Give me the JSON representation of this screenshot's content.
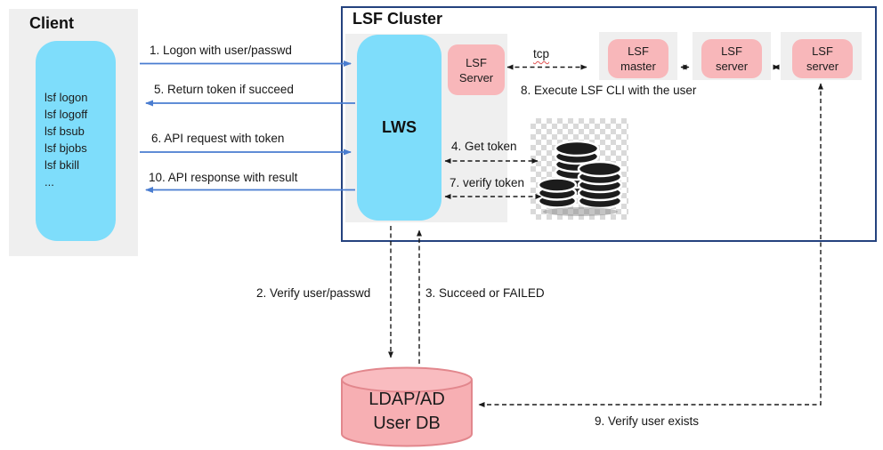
{
  "client": {
    "title": "Client",
    "commands": [
      "lsf logon",
      "lsf logoff",
      "lsf bsub",
      "lsf bjobs",
      "lsf bkill",
      "..."
    ]
  },
  "cluster": {
    "title": "LSF Cluster",
    "lws_label": "LWS",
    "lsf_server_label": "LSF\nServer",
    "nodes": [
      {
        "label": "LSF\nmaster"
      },
      {
        "label": "LSF\nserver"
      },
      {
        "label": "LSF\nserver"
      }
    ]
  },
  "database": {
    "label": "LDAP/AD\nUser DB"
  },
  "arrows": {
    "a1": "1. Logon with user/passwd",
    "a2": "2. Verify user/passwd",
    "a3": "3. Succeed or FAILED",
    "a4": "4. Get token",
    "a5": "5. Return token if succeed",
    "a6": "6. API request with token",
    "a7": "7. verify token",
    "a8": "8. Execute LSF CLI with the user",
    "a9": "9. Verify user exists",
    "a10": "10. API response with result",
    "tcp": "tcp"
  },
  "icons": {
    "coins": "coin-stack-icon"
  },
  "colors": {
    "cyan": "#7eddfb",
    "pink": "#f8b7ba",
    "cylinder_fill": "#f7afb3",
    "cylinder_stroke": "#e2878d",
    "panel_gray": "#efefef",
    "arrow_blue": "#4a7dd0",
    "cluster_border": "#24427e",
    "dashed_black": "#1a1a1a"
  }
}
